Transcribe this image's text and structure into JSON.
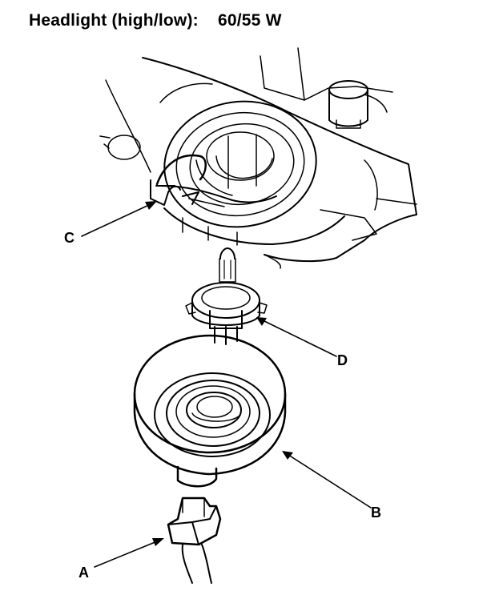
{
  "title": {
    "label": "Headlight (high/low):",
    "spec": "60/55 W"
  },
  "callouts": {
    "a": "A",
    "b": "B",
    "c": "C",
    "d": "D"
  },
  "colors": {
    "ink": "#000000",
    "background": "#ffffff"
  }
}
